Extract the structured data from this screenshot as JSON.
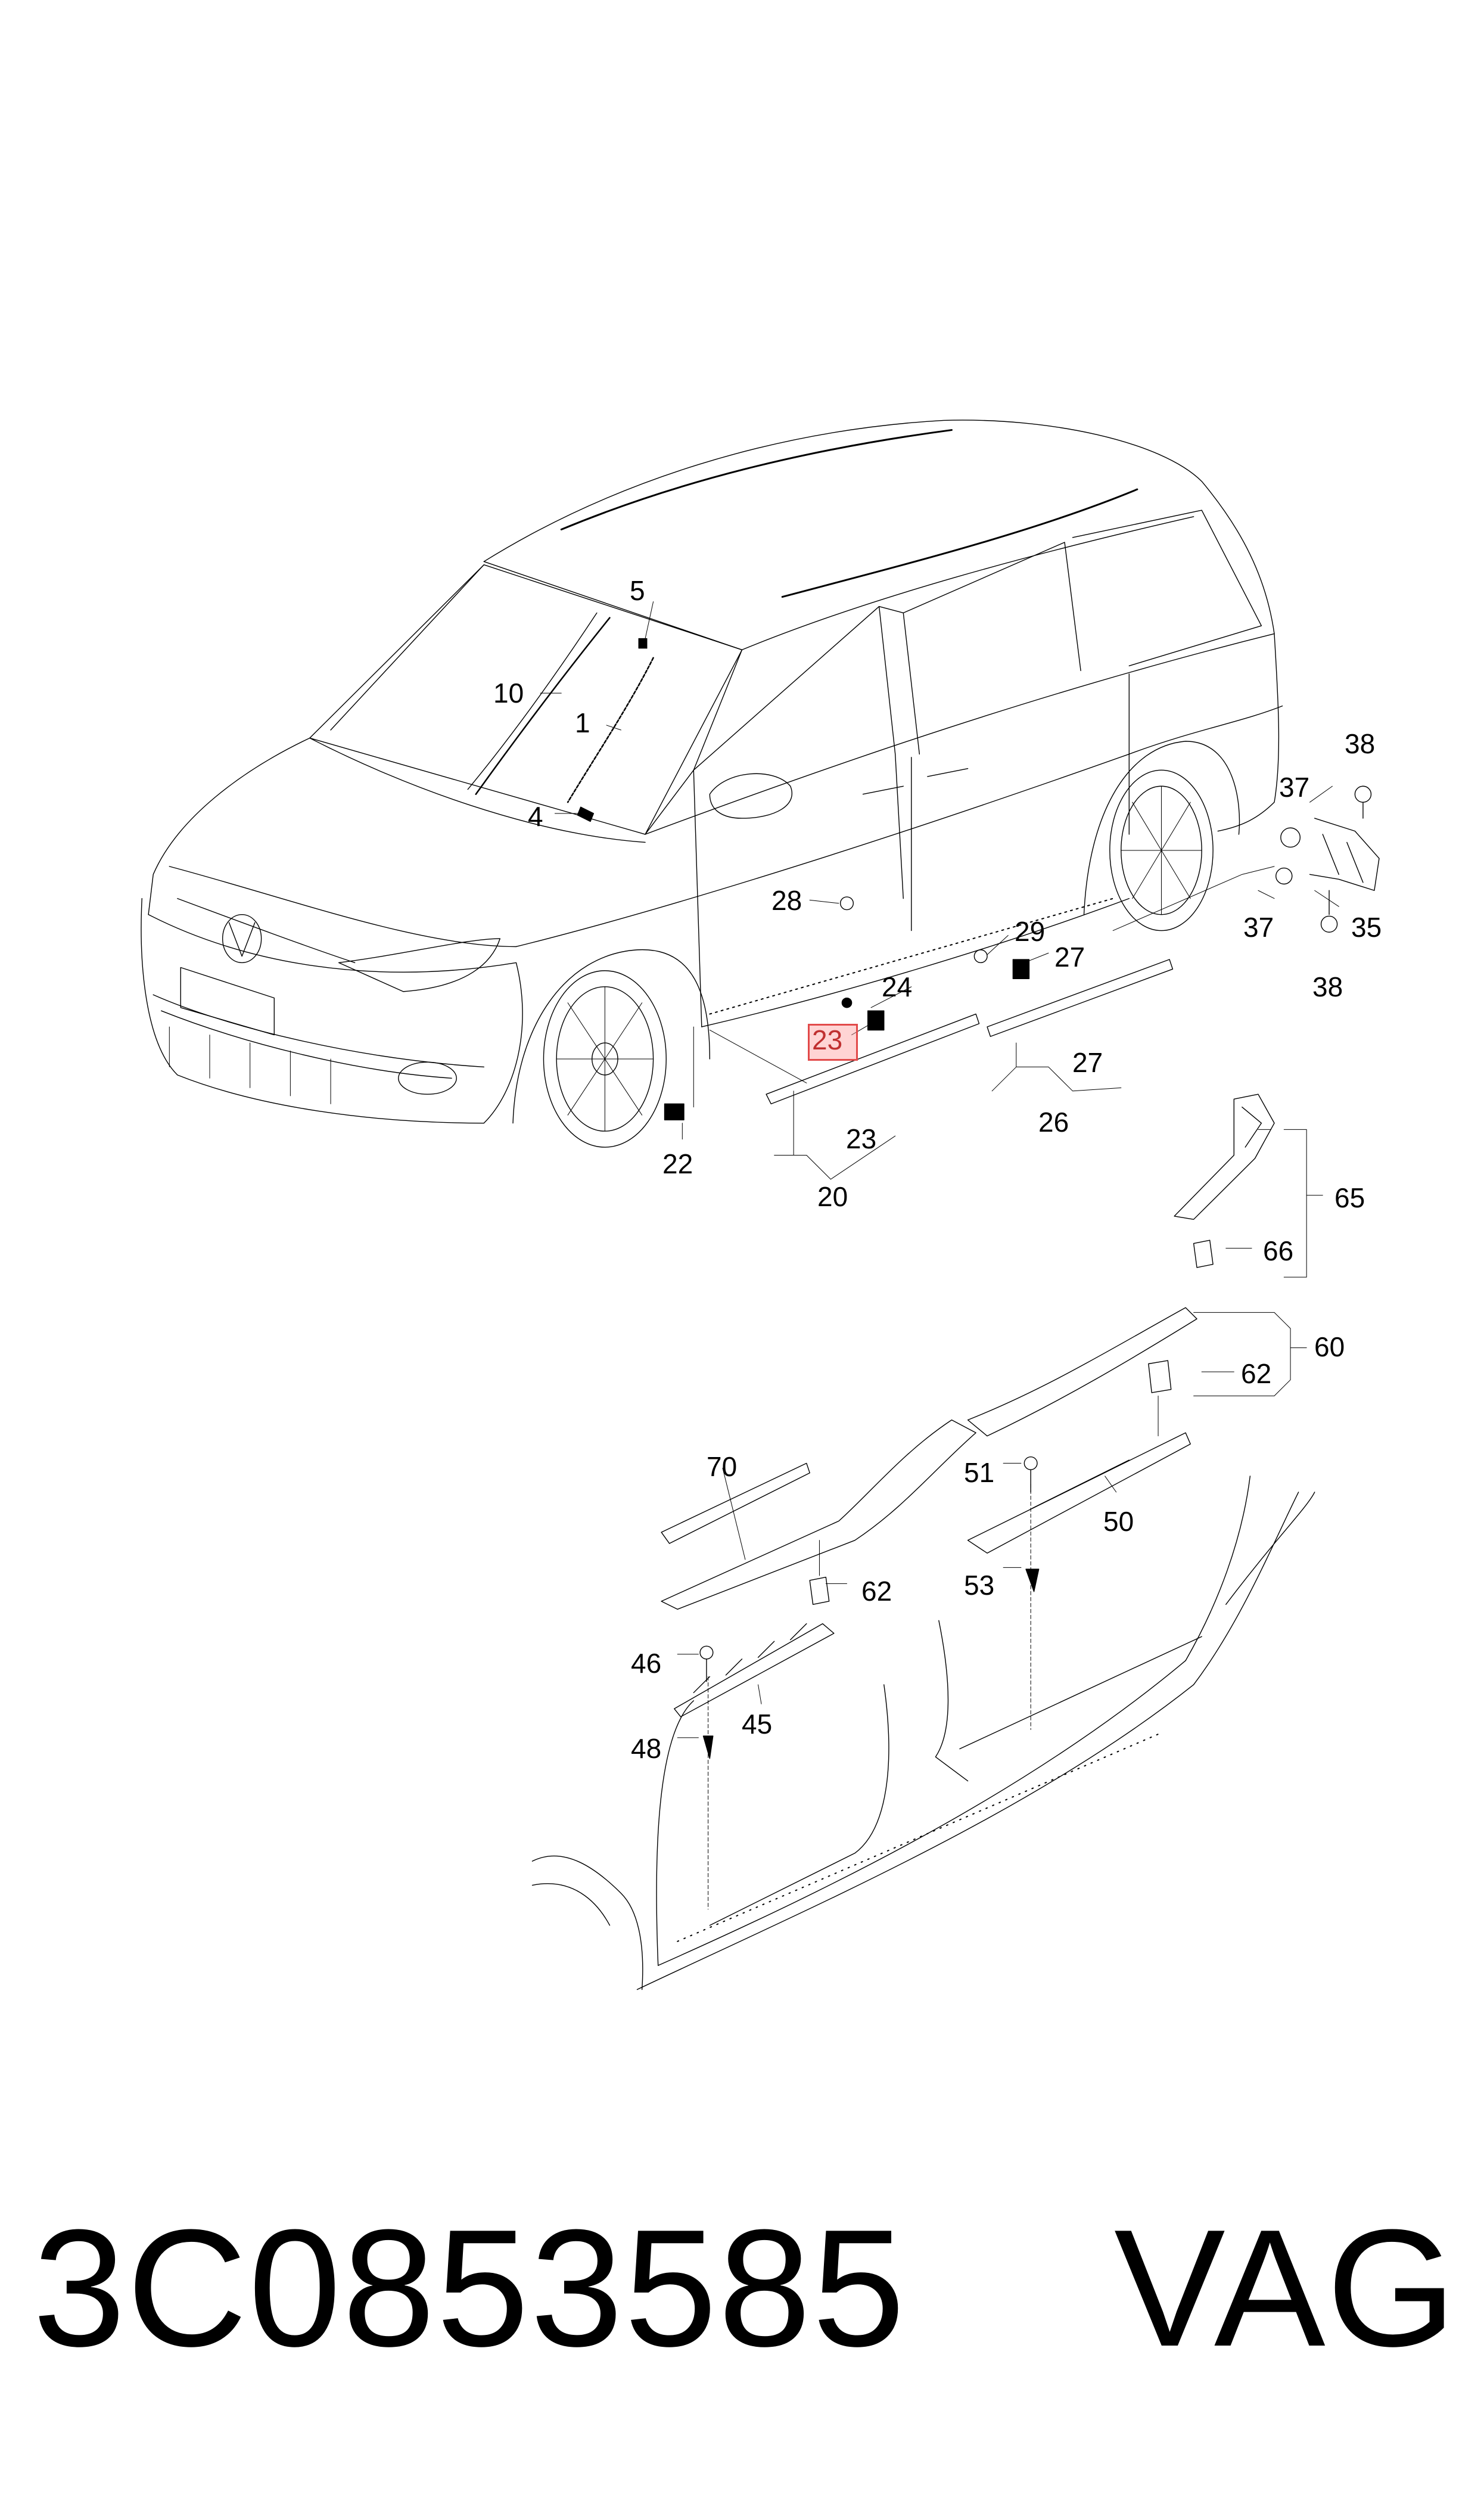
{
  "callouts": {
    "c1": "1",
    "c4": "4",
    "c5": "5",
    "c10": "10",
    "c20": "20",
    "c22": "22",
    "c23a": "23",
    "c23b": "23",
    "c24": "24",
    "c26": "26",
    "c27a": "27",
    "c27b": "27",
    "c28": "28",
    "c29": "29",
    "c35": "35",
    "c37a": "37",
    "c37b": "37",
    "c38a": "38",
    "c38b": "38",
    "c45": "45",
    "c46": "46",
    "c48": "48",
    "c50": "50",
    "c51": "51",
    "c53": "53",
    "c60": "60",
    "c62a": "62",
    "c62b": "62",
    "c65": "65",
    "c66": "66",
    "c70": "70"
  },
  "caption": {
    "part_number": "3C0853585",
    "brand": "VAG"
  },
  "highlight": {
    "color": "#e24a4a"
  }
}
